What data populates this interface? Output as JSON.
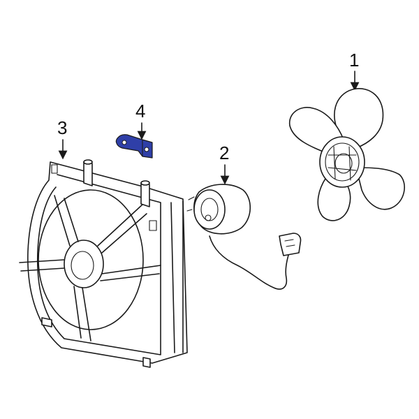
{
  "diagram": {
    "highlight_color": "#2f3fa8",
    "line_color": "#1a1a1a",
    "background": "#ffffff",
    "callouts": [
      {
        "id": "1",
        "label": "1",
        "part": "cooling-fan-blade"
      },
      {
        "id": "2",
        "label": "2",
        "part": "fan-motor"
      },
      {
        "id": "3",
        "label": "3",
        "part": "fan-shroud"
      },
      {
        "id": "4",
        "label": "4",
        "part": "mounting-bracket"
      }
    ]
  }
}
